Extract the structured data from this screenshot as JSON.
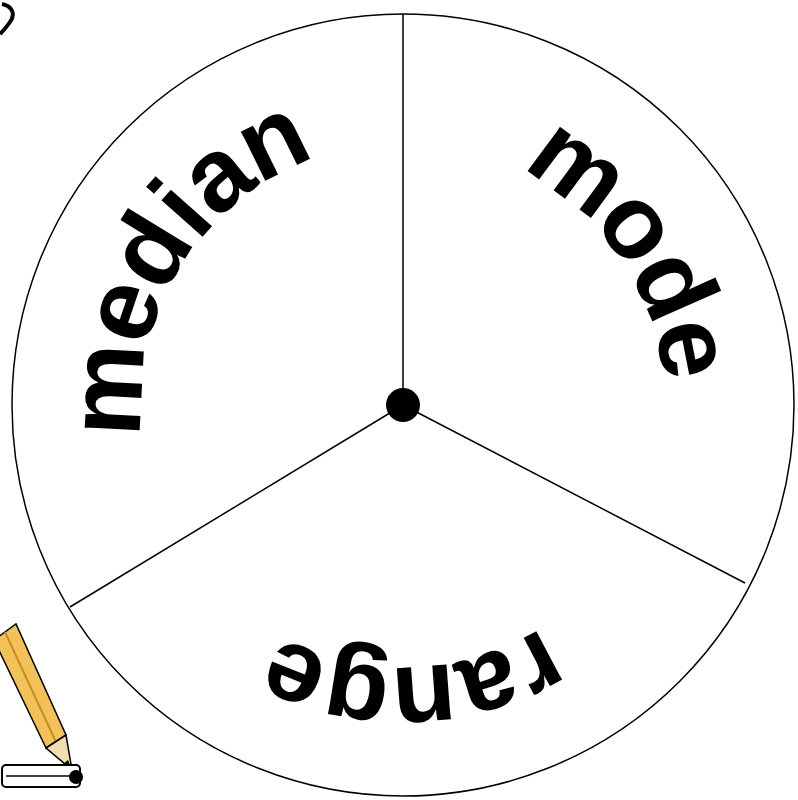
{
  "diagram": {
    "labels": [
      "median",
      "mode",
      "range"
    ]
  }
}
